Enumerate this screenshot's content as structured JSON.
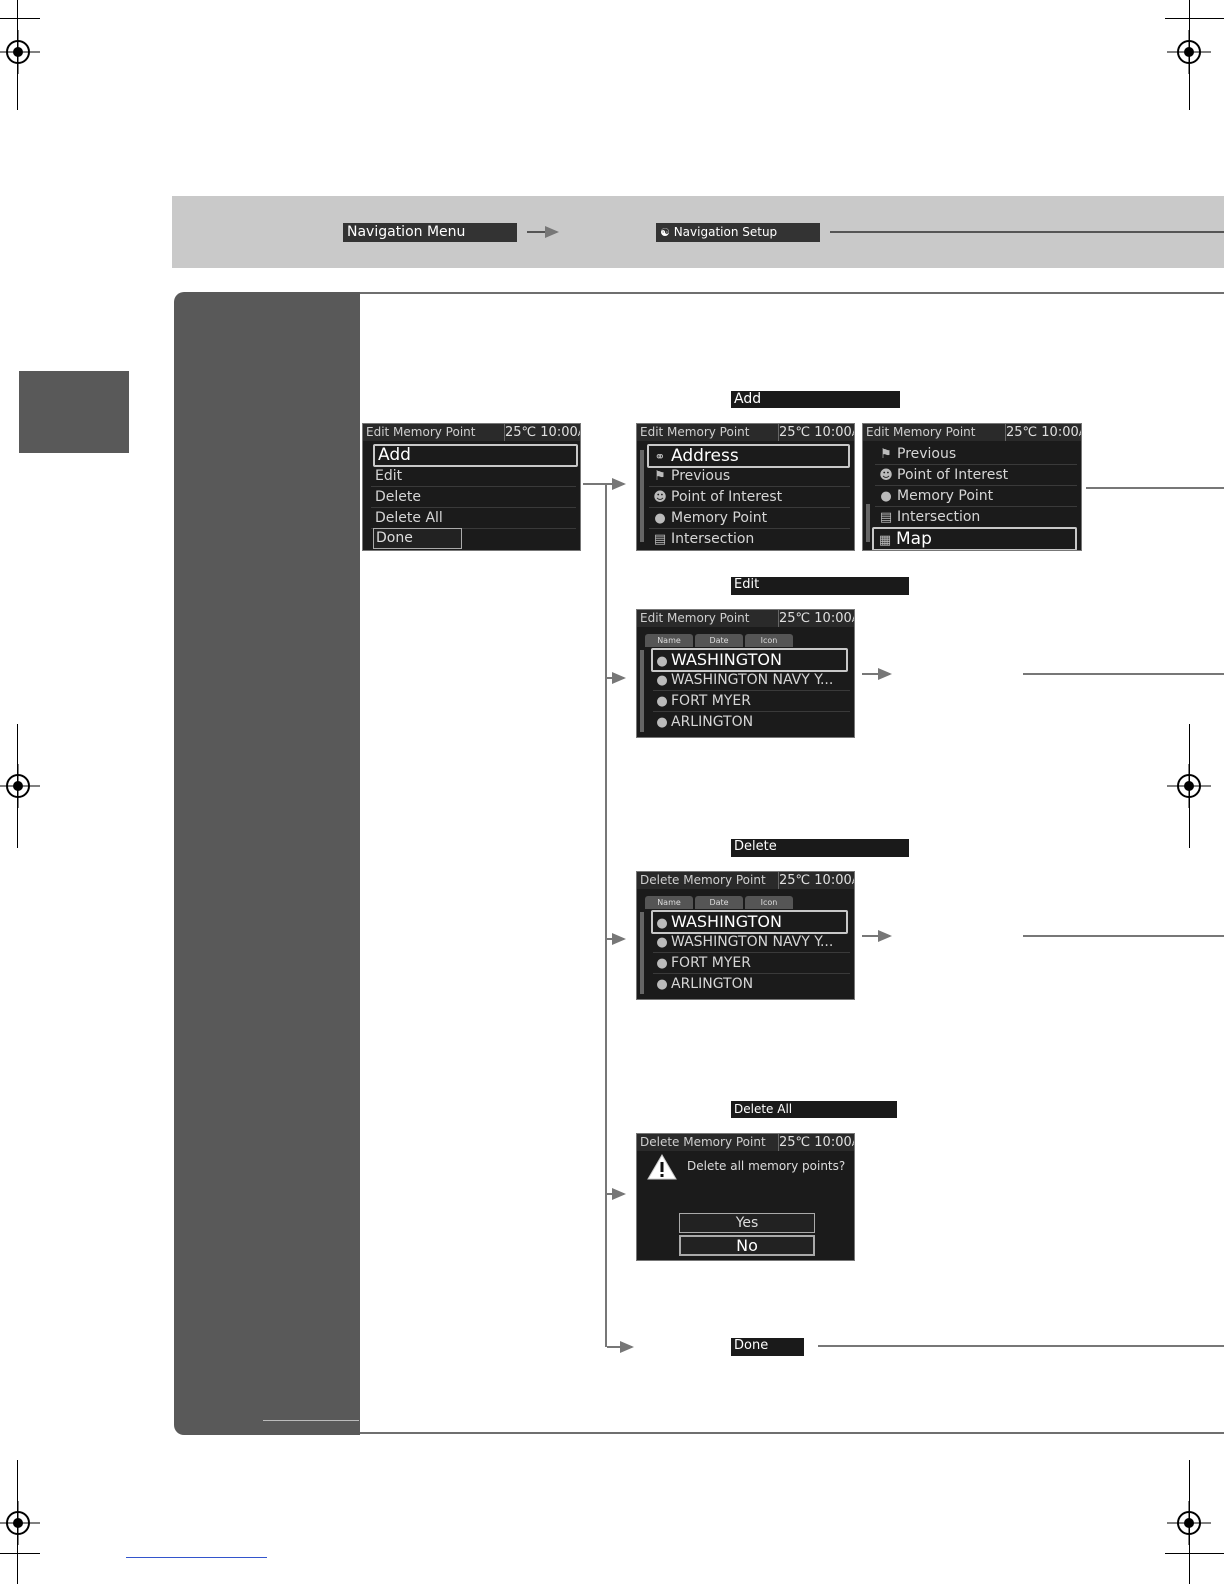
{
  "breadcrumb": {
    "menu1": "Navigation Menu",
    "menu2": "Navigation Setup",
    "menu2_icon": "navigation-setup-icon"
  },
  "main_screen": {
    "title": "Edit Memory Point",
    "clock": "25℃ 10:00",
    "ampm": "AM",
    "items": [
      "Add",
      "Edit",
      "Delete",
      "Delete All",
      "Done"
    ]
  },
  "labels": {
    "add": "Add",
    "edit": "Edit",
    "delete": "Delete",
    "delete_all": "Delete All",
    "done": "Done"
  },
  "add_screen1": {
    "title": "Edit Memory Point",
    "clock": "25℃ 10:00",
    "ampm": "AM",
    "items": [
      "Address",
      "Previous",
      "Point of Interest",
      "Memory Point",
      "Intersection"
    ]
  },
  "add_screen2": {
    "title": "Edit Memory Point",
    "clock": "25℃ 10:00",
    "ampm": "AM",
    "items": [
      "Previous",
      "Point of Interest",
      "Memory Point",
      "Intersection",
      "Map"
    ]
  },
  "edit_screen": {
    "title": "Edit Memory Point",
    "clock": "25℃ 10:00",
    "ampm": "AM",
    "tabs": [
      "Name",
      "Date",
      "Icon"
    ],
    "items": [
      "WASHINGTON",
      "WASHINGTON NAVY Y...",
      "FORT MYER",
      "ARLINGTON"
    ]
  },
  "delete_screen": {
    "title": "Delete Memory Point",
    "clock": "25℃ 10:00",
    "ampm": "AM",
    "tabs": [
      "Name",
      "Date",
      "Icon"
    ],
    "items": [
      "WASHINGTON",
      "WASHINGTON NAVY Y...",
      "FORT MYER",
      "ARLINGTON"
    ]
  },
  "delete_all_screen": {
    "title": "Delete Memory Point",
    "clock": "25℃ 10:00",
    "ampm": "AM",
    "message": "Delete all memory points?",
    "yes": "Yes",
    "no": "No"
  },
  "colors": {
    "header_band": "#c9c9c9",
    "side_panel": "#595959",
    "screen_bg": "#1b1b1b"
  }
}
